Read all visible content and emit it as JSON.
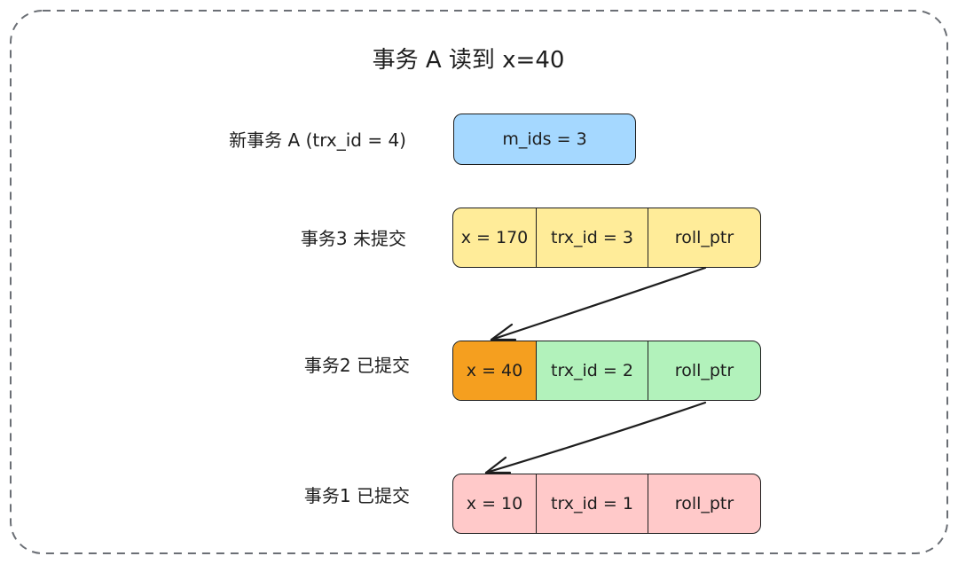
{
  "title": "事务 A 读到 x=40",
  "new_txn": {
    "label": "新事务 A (trx_id = 4)",
    "view": "m_ids = 3"
  },
  "versions": [
    {
      "label": "事务3 未提交",
      "x": "x = 170",
      "trx": "trx_id = 3",
      "ptr": "roll_ptr"
    },
    {
      "label": "事务2 已提交",
      "x": "x = 40",
      "trx": "trx_id = 2",
      "ptr": "roll_ptr"
    },
    {
      "label": "事务1 已提交",
      "x": "x = 10",
      "trx": "trx_id = 1",
      "ptr": "roll_ptr"
    }
  ],
  "colors": {
    "blue": "#a5d8ff",
    "yellow": "#ffec99",
    "green": "#b2f2bb",
    "orange": "#f59f1f",
    "red": "#ffc9c9",
    "stroke": "#1e1e1e",
    "frame": "#6b6f75"
  }
}
